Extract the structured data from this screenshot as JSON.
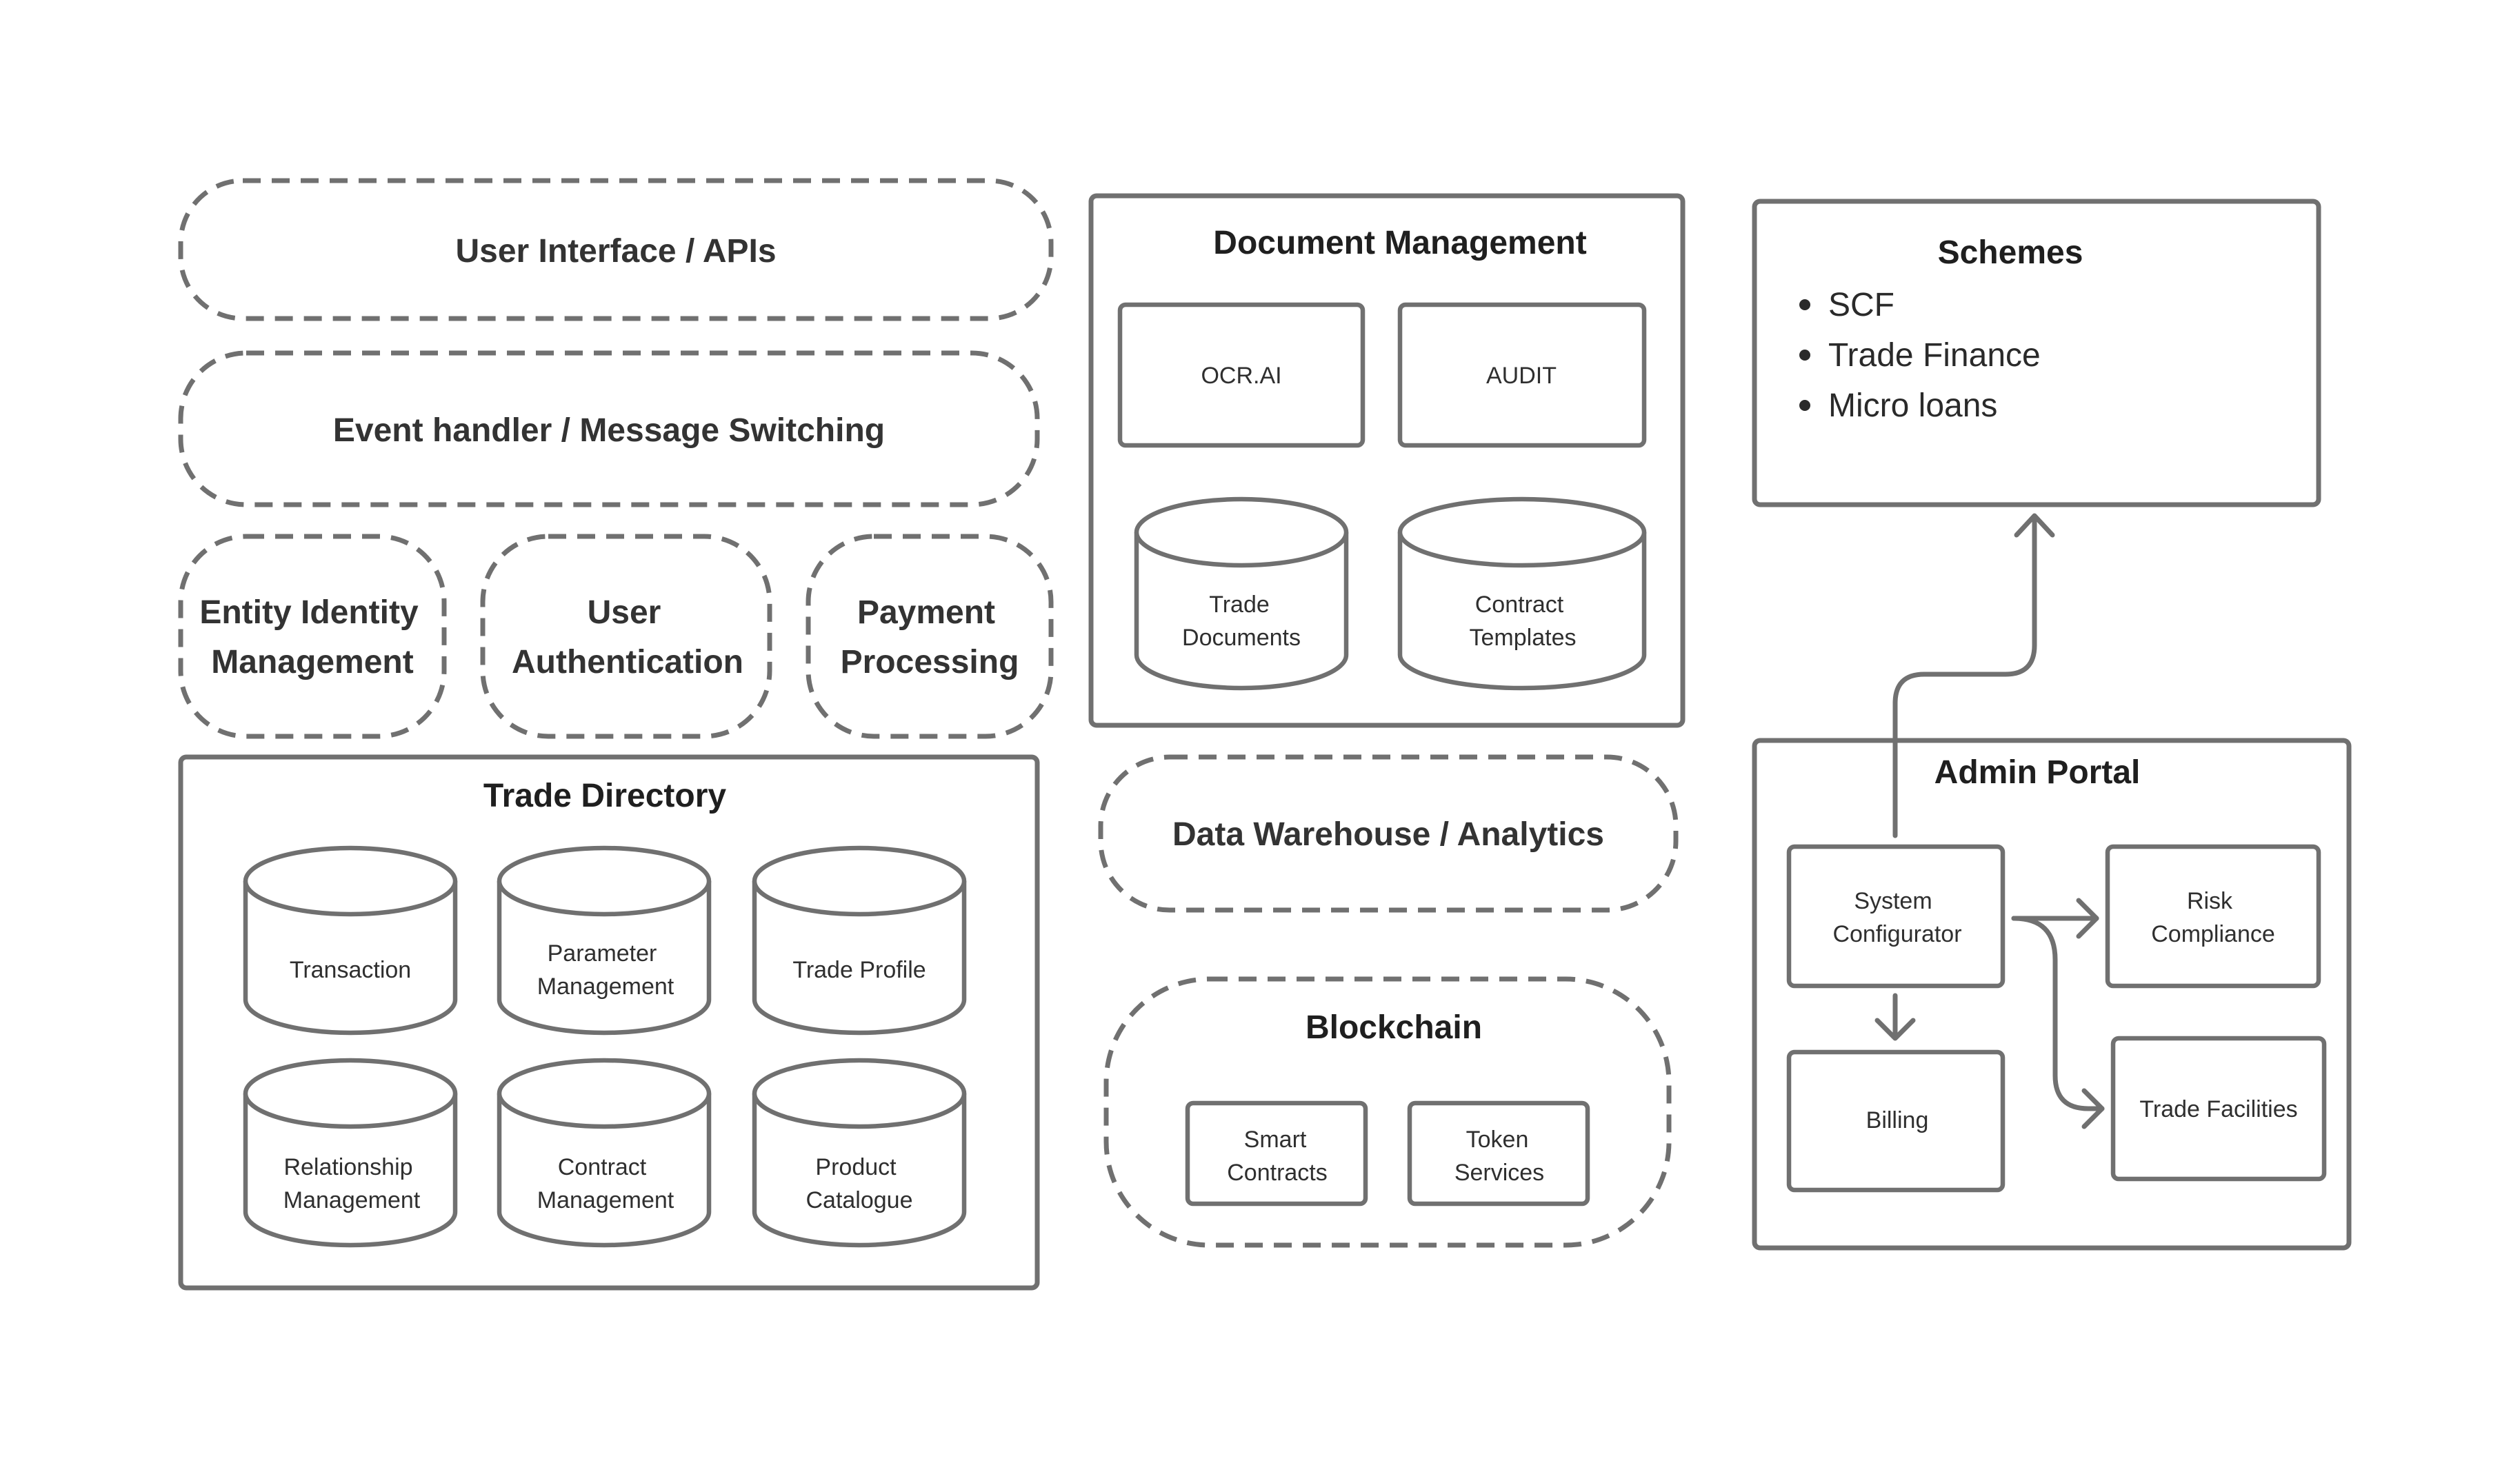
{
  "layers": {
    "ui_apis": "User Interface / APIs",
    "event_handler": "Event handler / Message Switching",
    "entity_identity": [
      "Entity Identity",
      "Management"
    ],
    "user_auth": [
      "User",
      "Authentication"
    ],
    "payment": [
      "Payment",
      "Processing"
    ]
  },
  "trade_directory": {
    "title": "Trade Directory",
    "stores": {
      "transaction": [
        "Transaction"
      ],
      "parameter": [
        "Parameter",
        "Management"
      ],
      "trade_profile": [
        "Trade Profile"
      ],
      "relationship": [
        "Relationship",
        "Management"
      ],
      "contract": [
        "Contract",
        "Management"
      ],
      "product": [
        "Product",
        "Catalogue"
      ]
    }
  },
  "document_management": {
    "title": "Document Management",
    "ocr": "OCR.AI",
    "audit": "AUDIT",
    "trade_documents": [
      "Trade",
      "Documents"
    ],
    "contract_templates": [
      "Contract",
      "Templates"
    ]
  },
  "data_warehouse": "Data Warehouse / Analytics",
  "blockchain": {
    "title": "Blockchain",
    "smart_contracts": [
      "Smart",
      "Contracts"
    ],
    "token_services": [
      "Token",
      "Services"
    ]
  },
  "schemes": {
    "title": "Schemes",
    "items": [
      "SCF",
      "Trade Finance",
      "Micro loans"
    ]
  },
  "admin_portal": {
    "title": "Admin Portal",
    "system_configurator": [
      "System",
      "Configurator"
    ],
    "risk_compliance": [
      "Risk",
      "Compliance"
    ],
    "billing": "Billing",
    "trade_facilities": "Trade Facilities"
  }
}
